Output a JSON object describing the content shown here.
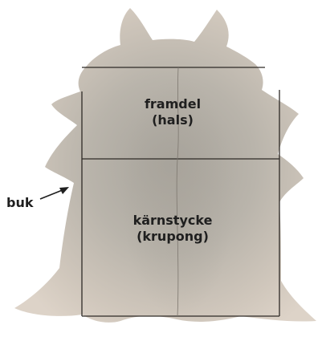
{
  "labels": {
    "framdel_line1": "framdel",
    "framdel_line2": "(hals)",
    "karnstycke_line1": "kärnstycke",
    "karnstycke_line2": "(krupong)",
    "buk": "buk"
  },
  "colors": {
    "hide_edge": "#ddd3c8",
    "hide_center": "#b9b4ab",
    "hide_shadow": "#a7a39b",
    "lines": "#2e2a26",
    "text": "#1f1f1f",
    "background": "#ffffff"
  }
}
